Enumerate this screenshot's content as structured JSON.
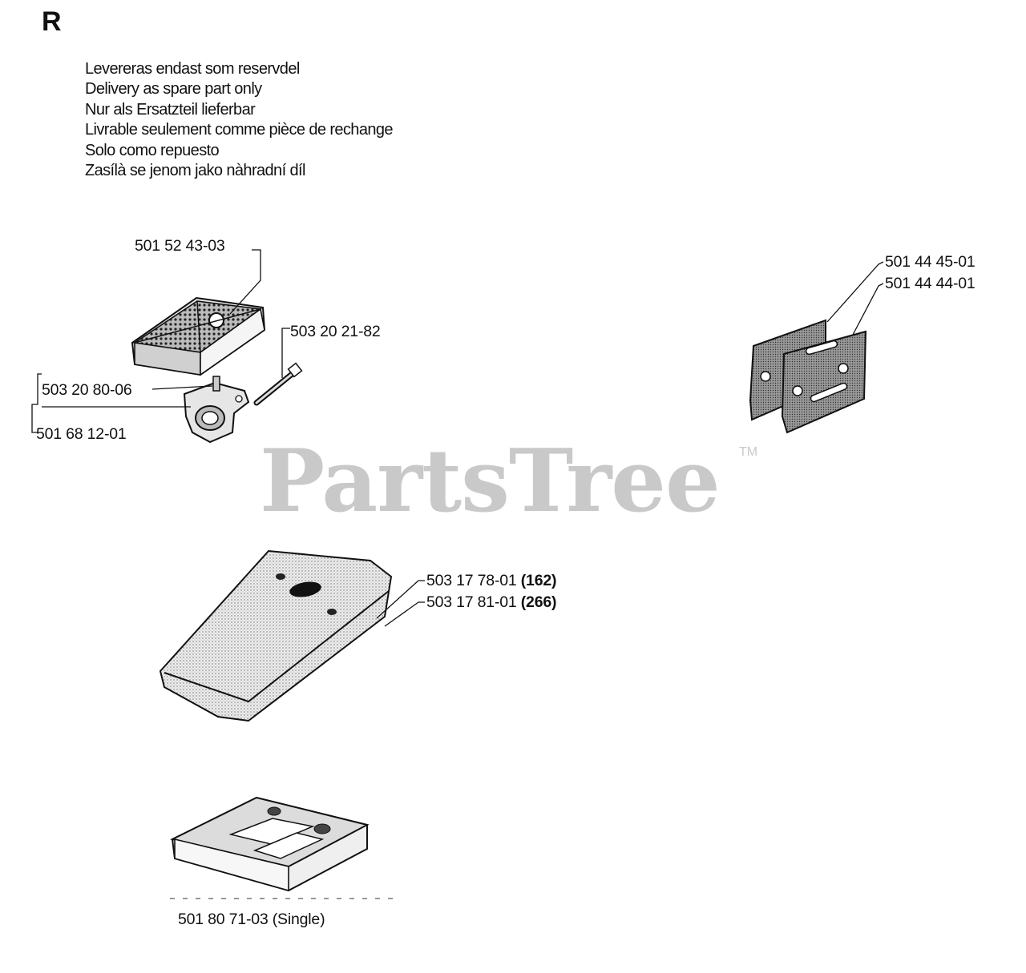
{
  "section_letter": "R",
  "notes": [
    "Levereras endast som reservdel",
    "Delivery as spare part only",
    "Nur als Ersatzteil lieferbar",
    "Livrable seulement comme pièce de rechange",
    "Solo como repuesto",
    "Zasílà se jenom jako nàhradní díl"
  ],
  "parts": {
    "filter_cover_top": "501 52 43-03",
    "bolt": "503 20 21-82",
    "adapter_a": "503 20 80-06",
    "adapter_b": "501 68 12-01",
    "plate_a": "501 44 45-01",
    "plate_b": "501 44 44-01",
    "foam_a": {
      "number": "503 17 78-01",
      "model": "(162)"
    },
    "foam_b": {
      "number": "503 17 81-01",
      "model": "(266)"
    },
    "air_filter": {
      "number": "501 80 71-03",
      "note": "(Single)"
    }
  },
  "watermark": {
    "text": "PartsTree",
    "tm": "TM"
  }
}
